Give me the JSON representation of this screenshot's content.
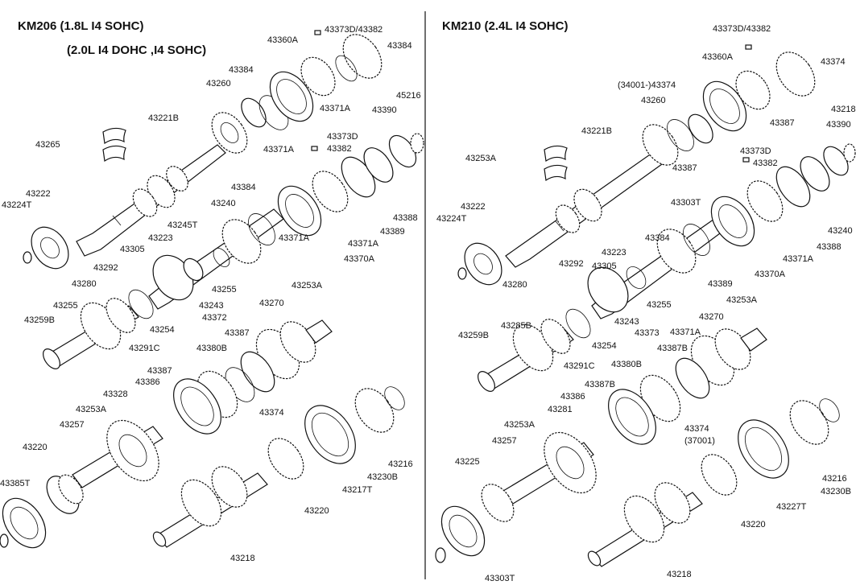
{
  "colors": {
    "ink": "#111111",
    "paper": "#ffffff"
  },
  "left": {
    "header1": "KM206  (1.8L  I4  SOHC)",
    "header2": "(2.0L  I4  DOHC ,I4  SOHC)",
    "labels": [
      "43373D/43382",
      "43360A",
      "43384",
      "43384",
      "43260",
      "43221B",
      "43265",
      "43371A",
      "43371A",
      "45216",
      "43390",
      "43373D",
      "43382",
      "43222",
      "43224T",
      "43384",
      "43240",
      "43245T",
      "43223",
      "43305",
      "43292",
      "43280",
      "43255",
      "43259B",
      "43255",
      "43243",
      "43254",
      "43291C",
      "43371A",
      "43370A",
      "43388",
      "43389",
      "43371A",
      "43372",
      "43387",
      "43380B",
      "43387",
      "43386",
      "43328",
      "43253A",
      "43257",
      "43220",
      "43385T",
      "43270",
      "43253A",
      "43374",
      "43216",
      "43230B",
      "43217T",
      "43220",
      "43218"
    ]
  },
  "right": {
    "header1": "KM210  (2.4L  I4  SOHC)",
    "labels": [
      "43373D/43382",
      "43374",
      "43360A",
      "(34001-)43374",
      "43260",
      "43221B",
      "43253A",
      "43218",
      "43390",
      "43387",
      "43387",
      "43373D",
      "43382",
      "43222",
      "43224T",
      "43303T",
      "43384",
      "43240",
      "43388",
      "43389",
      "43371A",
      "43370A",
      "43371A",
      "43223",
      "43305",
      "43292",
      "43280",
      "43285B",
      "43259B",
      "43255",
      "43243",
      "43254",
      "43291C",
      "43253A",
      "43270",
      "43373",
      "43387B",
      "43380B",
      "43387B",
      "43386",
      "43281",
      "43253A",
      "43257",
      "43374",
      "(37001)",
      "43225",
      "43216",
      "43230B",
      "43227T",
      "43220",
      "43218",
      "43303T"
    ]
  }
}
